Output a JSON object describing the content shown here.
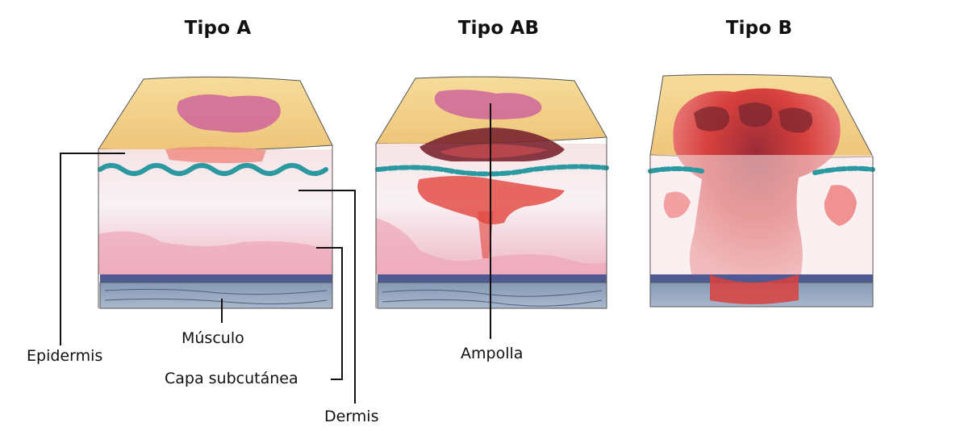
{
  "titles": {
    "type_a": "Tipo A",
    "type_ab": "Tipo AB",
    "type_b": "Tipo B"
  },
  "labels": {
    "epidermis": "Epidermis",
    "musculo": "Músculo",
    "capa_subcutanea": "Capa subcutánea",
    "dermis": "Dermis",
    "ampolla": "Ampolla"
  },
  "colors": {
    "epidermis_layer": "#f2d28c",
    "dermis_layer": "#f5dde3",
    "dermis_pink": "#ec9fb4",
    "basal_line": "#2a9aa0",
    "subcutaneous_band": "#4f5a94",
    "muscle_layer": "#7b8fac",
    "burn_red": "#e2433c",
    "burn_dark": "#7a2530",
    "burn_magenta": "#c74d95",
    "leader_line": "#111111"
  }
}
